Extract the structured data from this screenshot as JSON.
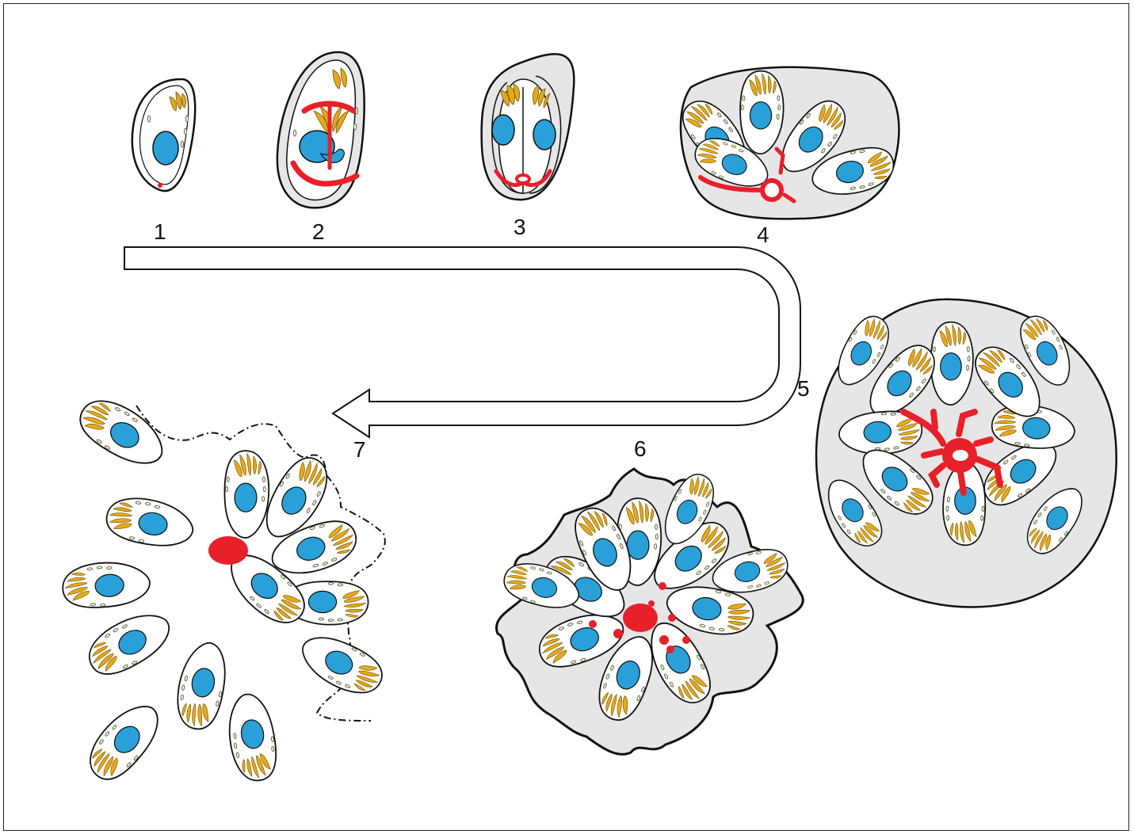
{
  "stages": [
    {
      "id": 1,
      "label": "1"
    },
    {
      "id": 2,
      "label": "2"
    },
    {
      "id": 3,
      "label": "3"
    },
    {
      "id": 4,
      "label": "4"
    },
    {
      "id": 5,
      "label": "5"
    },
    {
      "id": 6,
      "label": "6"
    },
    {
      "id": 7,
      "label": "7"
    }
  ],
  "colors": {
    "nucleus": "#2aa0d8",
    "apical_organelles": "#e8a818",
    "organelle_outline": "#6b5a10",
    "micronemes": "#5a6a3a",
    "residual_body": "#e8202a",
    "vacuole_fill": "#e6e6e6",
    "outline": "#111111",
    "cell_fill": "#ffffff"
  },
  "icons": {
    "process_arrow": "u-turn-arrow-icon"
  }
}
